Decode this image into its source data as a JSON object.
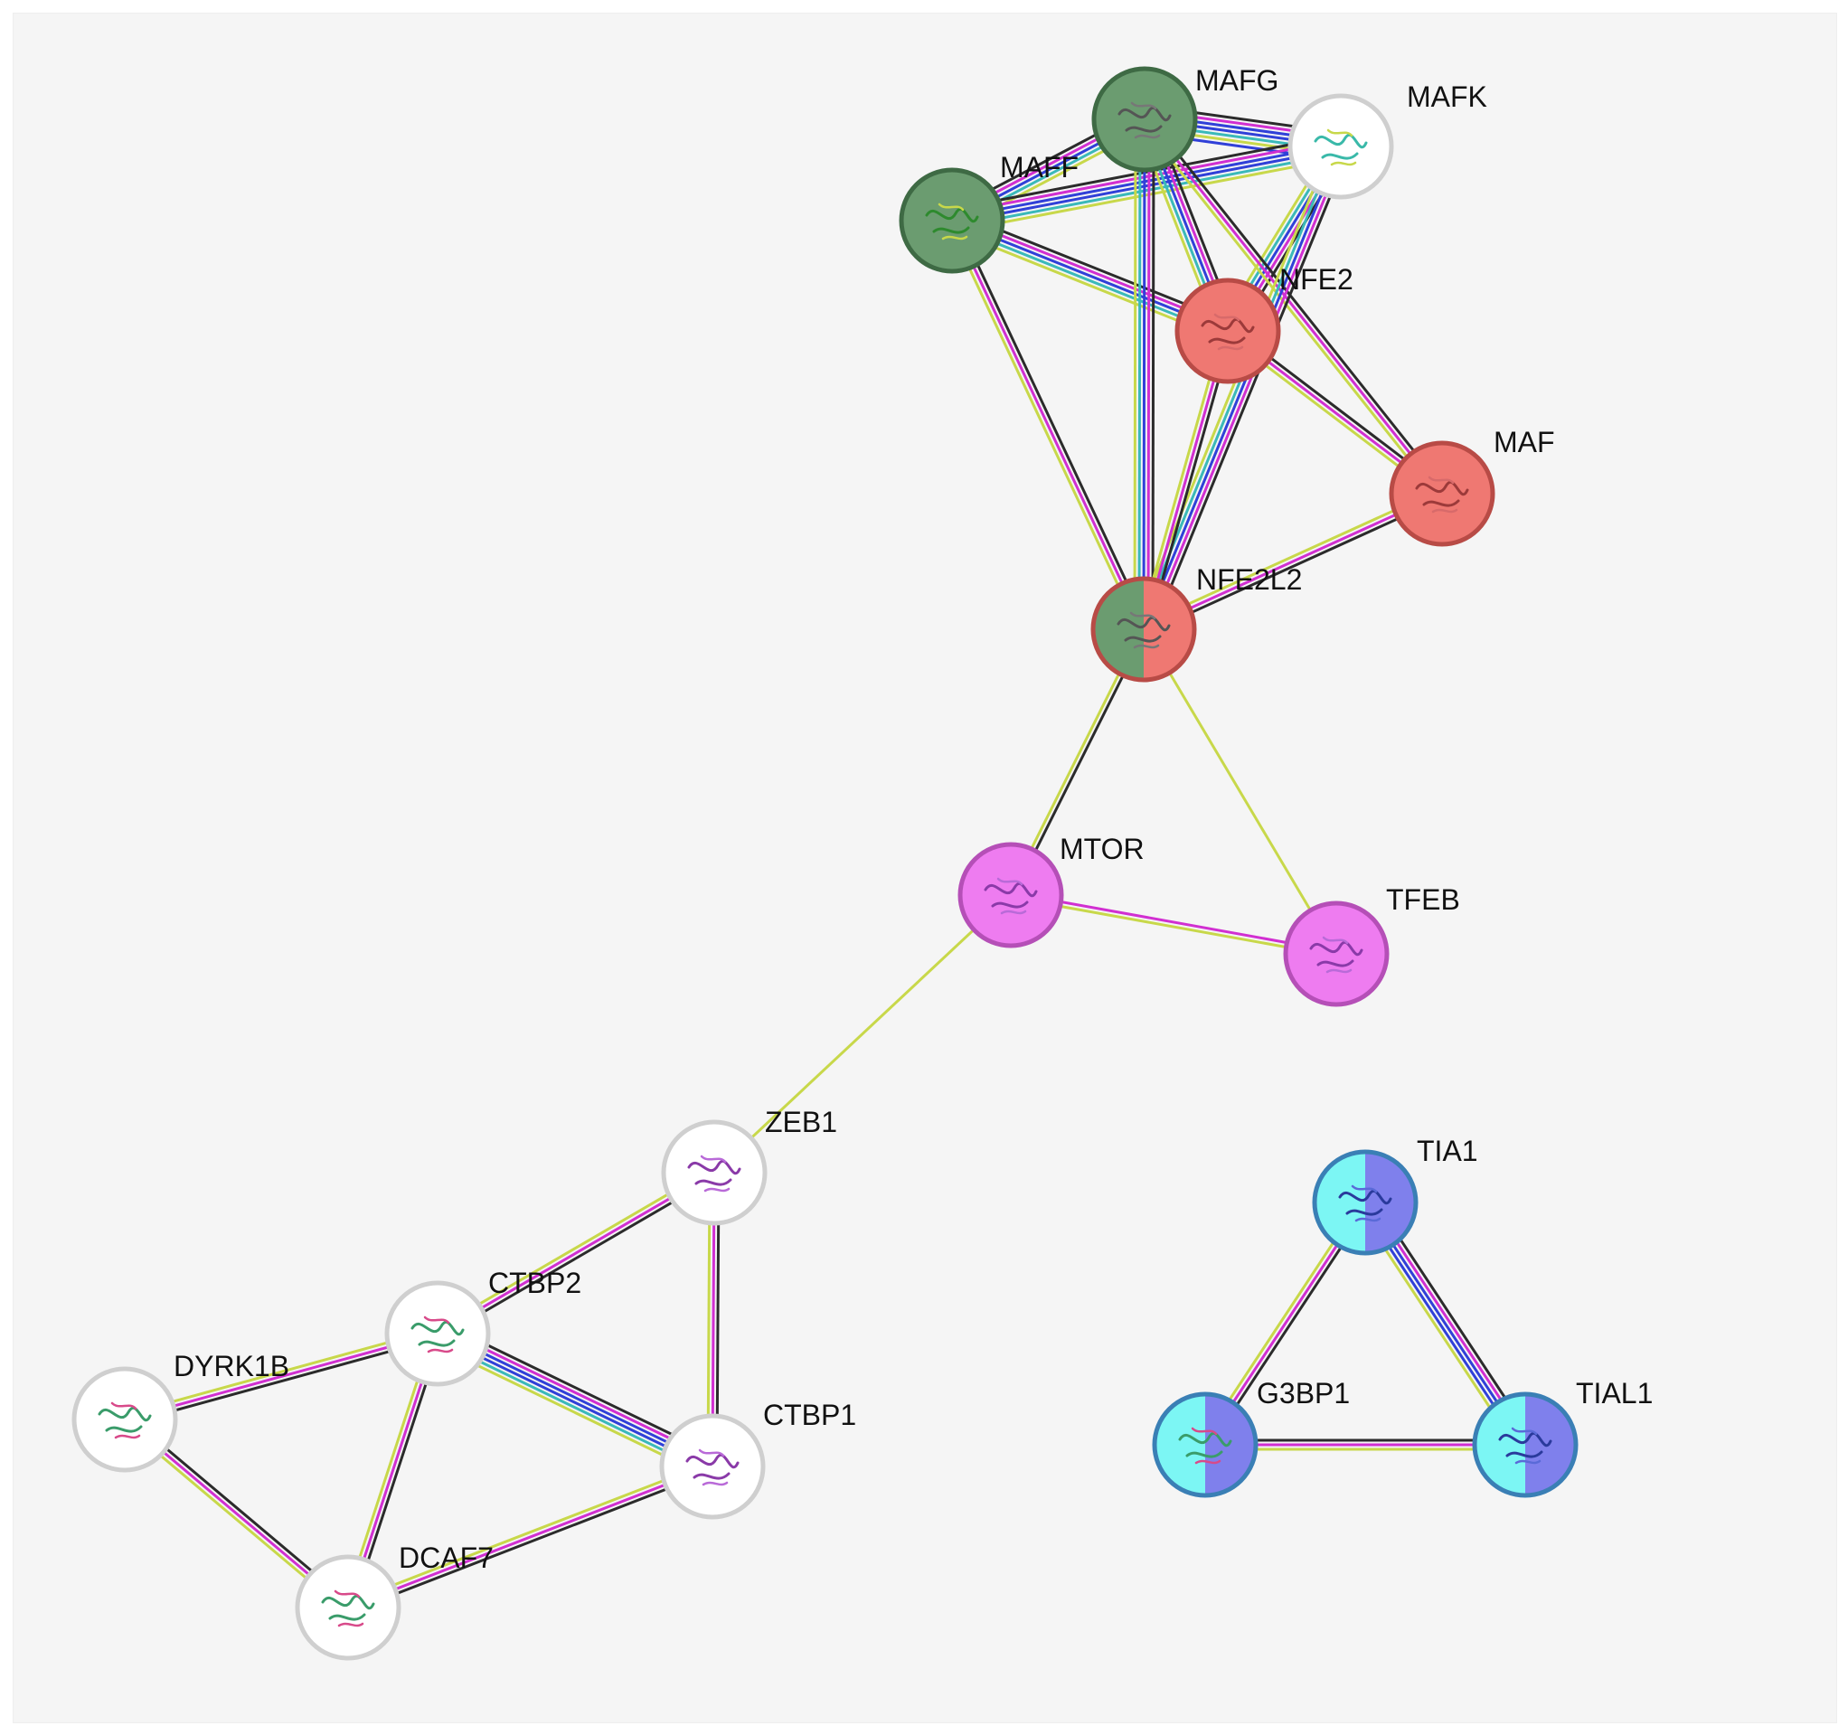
{
  "colors": {
    "background": "#f5f5f5",
    "green": "#6b9c70",
    "red": "#ef7872",
    "magenta": "#ee7cf0",
    "cyan": "#7cf6f4",
    "blue": "#7f80ec",
    "white": "#ffffff"
  },
  "nodes": [
    {
      "id": "MAFG",
      "label": "MAFG",
      "fill": [
        "green"
      ],
      "structure": "gray"
    },
    {
      "id": "MAFK",
      "label": "MAFK",
      "fill": [
        "white"
      ],
      "structure": "teal"
    },
    {
      "id": "MAFF",
      "label": "MAFF",
      "fill": [
        "green"
      ],
      "structure": "green"
    },
    {
      "id": "NFE2",
      "label": "NFE2",
      "fill": [
        "red"
      ],
      "structure": "red"
    },
    {
      "id": "MAF",
      "label": "MAF",
      "fill": [
        "red"
      ],
      "structure": "red"
    },
    {
      "id": "NFE2L2",
      "label": "NFE2L2",
      "fill": [
        "green",
        "red"
      ],
      "structure": "gray"
    },
    {
      "id": "MTOR",
      "label": "MTOR",
      "fill": [
        "magenta"
      ],
      "structure": "purple"
    },
    {
      "id": "TFEB",
      "label": "TFEB",
      "fill": [
        "magenta"
      ],
      "structure": "purple"
    },
    {
      "id": "ZEB1",
      "label": "ZEB1",
      "fill": [
        "white"
      ],
      "structure": "purple"
    },
    {
      "id": "CTBP2",
      "label": "CTBP2",
      "fill": [
        "white"
      ],
      "structure": "multi"
    },
    {
      "id": "DYRK1B",
      "label": "DYRK1B",
      "fill": [
        "white"
      ],
      "structure": "multi"
    },
    {
      "id": "CTBP1",
      "label": "CTBP1",
      "fill": [
        "white"
      ],
      "structure": "purple"
    },
    {
      "id": "DCAF7",
      "label": "DCAF7",
      "fill": [
        "white"
      ],
      "structure": "multi"
    },
    {
      "id": "TIA1",
      "label": "TIA1",
      "fill": [
        "cyan",
        "blue"
      ],
      "structure": "blue"
    },
    {
      "id": "G3BP1",
      "label": "G3BP1",
      "fill": [
        "cyan",
        "blue"
      ],
      "structure": "multi"
    },
    {
      "id": "TIAL1",
      "label": "TIAL1",
      "fill": [
        "cyan",
        "blue"
      ],
      "structure": "blue"
    }
  ],
  "edges": [
    {
      "from": "MAFG",
      "to": "MAFK",
      "colors": [
        "#2b2b2b",
        "#d12fd1",
        "#3040d8",
        "#3040d8",
        "#3ab9b9",
        "#c8d84a",
        "#3040d8"
      ]
    },
    {
      "from": "MAFF",
      "to": "MAFG",
      "colors": [
        "#2b2b2b",
        "#d12fd1",
        "#3040d8",
        "#3ab9b9",
        "#c8d84a"
      ]
    },
    {
      "from": "MAFF",
      "to": "MAFK",
      "colors": [
        "#2b2b2b",
        "#d12fd1",
        "#3040d8",
        "#3040d8",
        "#3ab9b9",
        "#c8d84a"
      ]
    },
    {
      "from": "MAFF",
      "to": "NFE2",
      "colors": [
        "#2b2b2b",
        "#d12fd1",
        "#3040d8",
        "#3ab9b9",
        "#c8d84a"
      ]
    },
    {
      "from": "MAFG",
      "to": "NFE2",
      "colors": [
        "#2b2b2b",
        "#d12fd1",
        "#3040d8",
        "#3ab9b9",
        "#c8d84a"
      ]
    },
    {
      "from": "MAFK",
      "to": "NFE2",
      "colors": [
        "#2b2b2b",
        "#d12fd1",
        "#3040d8",
        "#3ab9b9",
        "#c8d84a"
      ]
    },
    {
      "from": "MAFG",
      "to": "MAF",
      "colors": [
        "#2b2b2b",
        "#d12fd1",
        "#c8d84a"
      ]
    },
    {
      "from": "NFE2",
      "to": "MAF",
      "colors": [
        "#2b2b2b",
        "#d12fd1",
        "#c8d84a"
      ]
    },
    {
      "from": "MAFF",
      "to": "NFE2L2",
      "colors": [
        "#2b2b2b",
        "#d12fd1",
        "#c8d84a"
      ]
    },
    {
      "from": "MAFG",
      "to": "NFE2L2",
      "colors": [
        "#2b2b2b",
        "#d12fd1",
        "#3040d8",
        "#3ab9b9",
        "#c8d84a"
      ]
    },
    {
      "from": "MAFK",
      "to": "NFE2L2",
      "colors": [
        "#2b2b2b",
        "#d12fd1",
        "#3040d8",
        "#3ab9b9",
        "#c8d84a"
      ]
    },
    {
      "from": "NFE2",
      "to": "NFE2L2",
      "colors": [
        "#2b2b2b",
        "#d12fd1",
        "#c8d84a"
      ]
    },
    {
      "from": "MAF",
      "to": "NFE2L2",
      "colors": [
        "#2b2b2b",
        "#d12fd1",
        "#c8d84a"
      ]
    },
    {
      "from": "NFE2L2",
      "to": "MTOR",
      "colors": [
        "#2b2b2b",
        "#c8d84a"
      ]
    },
    {
      "from": "NFE2L2",
      "to": "TFEB",
      "colors": [
        "#c8d84a"
      ]
    },
    {
      "from": "MTOR",
      "to": "TFEB",
      "colors": [
        "#d12fd1",
        "#c8d84a"
      ]
    },
    {
      "from": "MTOR",
      "to": "ZEB1",
      "colors": [
        "#c8d84a"
      ]
    },
    {
      "from": "ZEB1",
      "to": "CTBP2",
      "colors": [
        "#2b2b2b",
        "#d12fd1",
        "#c8d84a"
      ]
    },
    {
      "from": "ZEB1",
      "to": "CTBP1",
      "colors": [
        "#2b2b2b",
        "#d12fd1",
        "#c8d84a"
      ]
    },
    {
      "from": "CTBP2",
      "to": "CTBP1",
      "colors": [
        "#2b2b2b",
        "#d12fd1",
        "#3040d8",
        "#3040d8",
        "#3ab9b9",
        "#c8d84a"
      ]
    },
    {
      "from": "CTBP2",
      "to": "DYRK1B",
      "colors": [
        "#2b2b2b",
        "#d12fd1",
        "#c8d84a"
      ]
    },
    {
      "from": "CTBP2",
      "to": "DCAF7",
      "colors": [
        "#2b2b2b",
        "#d12fd1",
        "#c8d84a"
      ]
    },
    {
      "from": "DYRK1B",
      "to": "DCAF7",
      "colors": [
        "#2b2b2b",
        "#d12fd1",
        "#c8d84a"
      ]
    },
    {
      "from": "CTBP1",
      "to": "DCAF7",
      "colors": [
        "#2b2b2b",
        "#d12fd1",
        "#c8d84a"
      ]
    },
    {
      "from": "TIA1",
      "to": "G3BP1",
      "colors": [
        "#2b2b2b",
        "#d12fd1",
        "#c8d84a"
      ]
    },
    {
      "from": "TIA1",
      "to": "TIAL1",
      "colors": [
        "#2b2b2b",
        "#d12fd1",
        "#3040d8",
        "#3040d8",
        "#c8d84a"
      ]
    },
    {
      "from": "G3BP1",
      "to": "TIAL1",
      "colors": [
        "#2b2b2b",
        "#d12fd1",
        "#c8d84a"
      ]
    }
  ]
}
